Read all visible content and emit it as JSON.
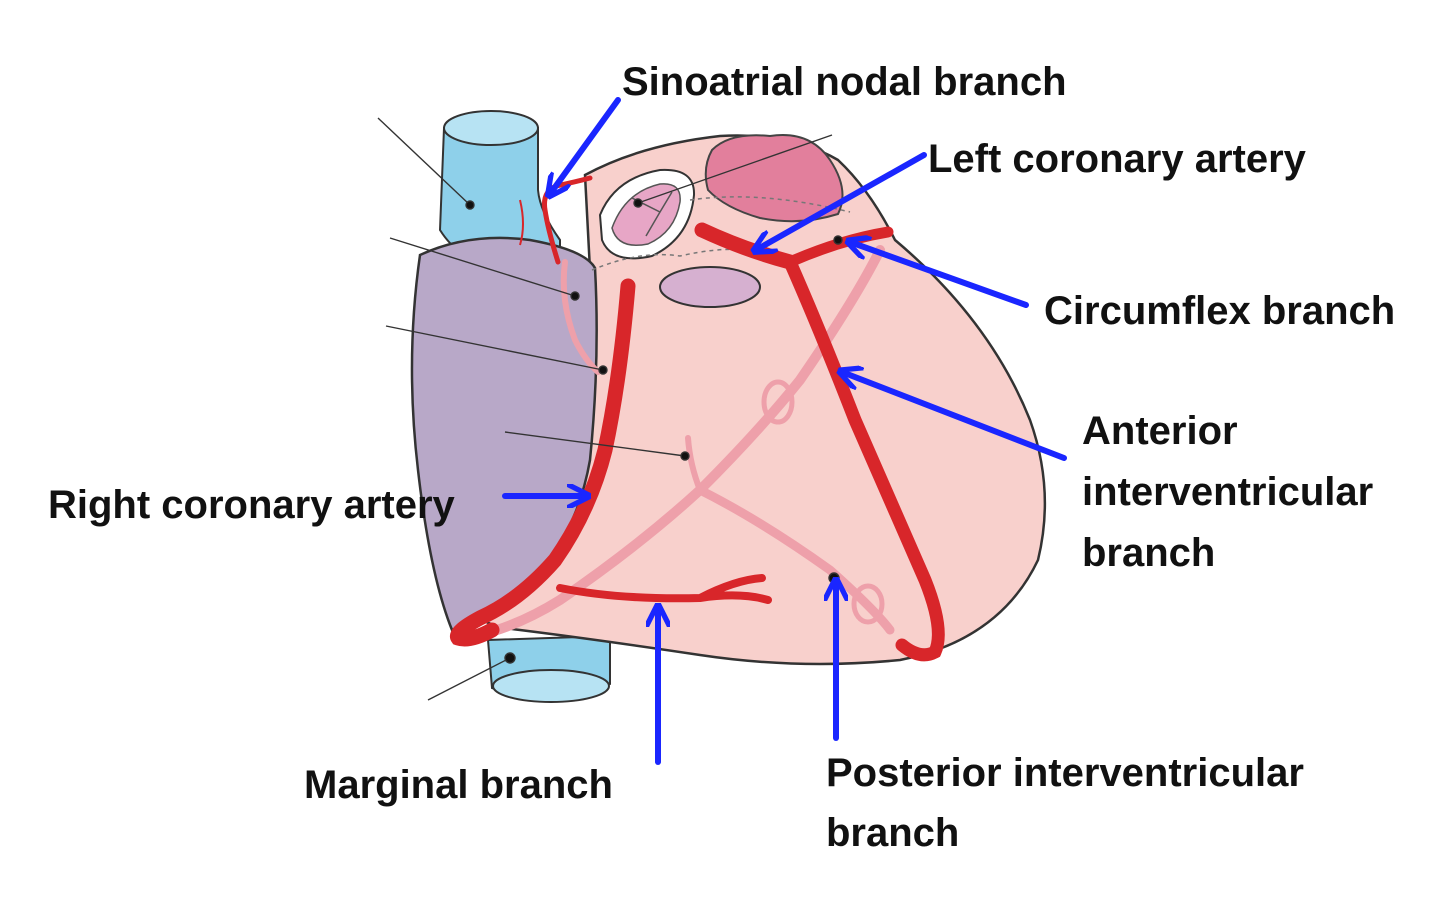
{
  "labels": {
    "sinoatrial": "Sinoatrial nodal branch",
    "left_coronary": "Left coronary artery",
    "circumflex": "Circumflex branch",
    "anterior_line1": "Anterior",
    "anterior_line2": "interventricular",
    "anterior_line3": "branch",
    "right_coronary": "Right coronary artery",
    "marginal": "Marginal branch",
    "posterior_line1": "Posterior interventricular",
    "posterior_line2": "branch"
  },
  "colors": {
    "heart": "#f8d0cc",
    "atrium": "#b8a8c8",
    "vessel": "#8ed0ea",
    "artery": "#d8262a",
    "posterior_vessel": "#eea0aa",
    "appendage": "#e27f9c",
    "arrow": "#1a26ff"
  }
}
